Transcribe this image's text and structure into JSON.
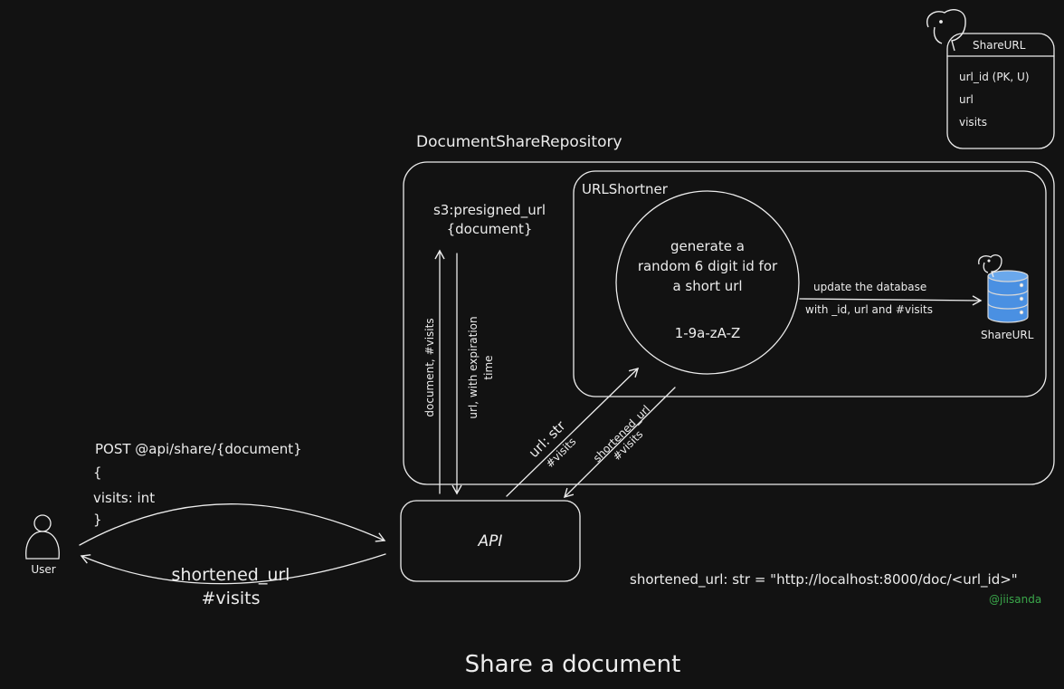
{
  "title": "Share a document",
  "credit": "@jiisanda",
  "colors": {
    "background": "#121212",
    "stroke": "#ececec",
    "credit": "#3aa64a",
    "db_blue": "#4a90e2"
  },
  "repository": {
    "label": "DocumentShareRepository"
  },
  "s3": {
    "line1": "s3:presigned_url",
    "line2": "{document}"
  },
  "shortener": {
    "label": "URLShortner",
    "circle_lines": [
      "generate a",
      "random 6 digit id for",
      "a short url"
    ],
    "charset": "1-9a-zA-Z"
  },
  "db_edge": {
    "top": "update the database",
    "bottom": "with _id, url and #visits"
  },
  "db_icon": {
    "label": "ShareURL",
    "icon": "postgres-elephant-icon"
  },
  "table": {
    "name": "ShareURL",
    "fields": [
      "url_id (PK, U)",
      "url",
      "visits"
    ]
  },
  "api": {
    "label": "API"
  },
  "user": {
    "label": "User",
    "icon": "user-icon"
  },
  "request": {
    "lines": [
      "POST @api/share/{document}",
      "{",
      "visits: int",
      "}"
    ]
  },
  "response": {
    "line1": "shortened_url",
    "line2": "#visits"
  },
  "edges": {
    "doc_visits": "document, #visits",
    "url_exp_1": "url, with expiration",
    "url_exp_2": "time",
    "url_str_1": "url: str",
    "url_str_2": "#visits",
    "short_1": "shortened_url",
    "short_2": "#visits"
  },
  "note": "shortened_url: str = \"http://localhost:8000/doc/<url_id>\""
}
